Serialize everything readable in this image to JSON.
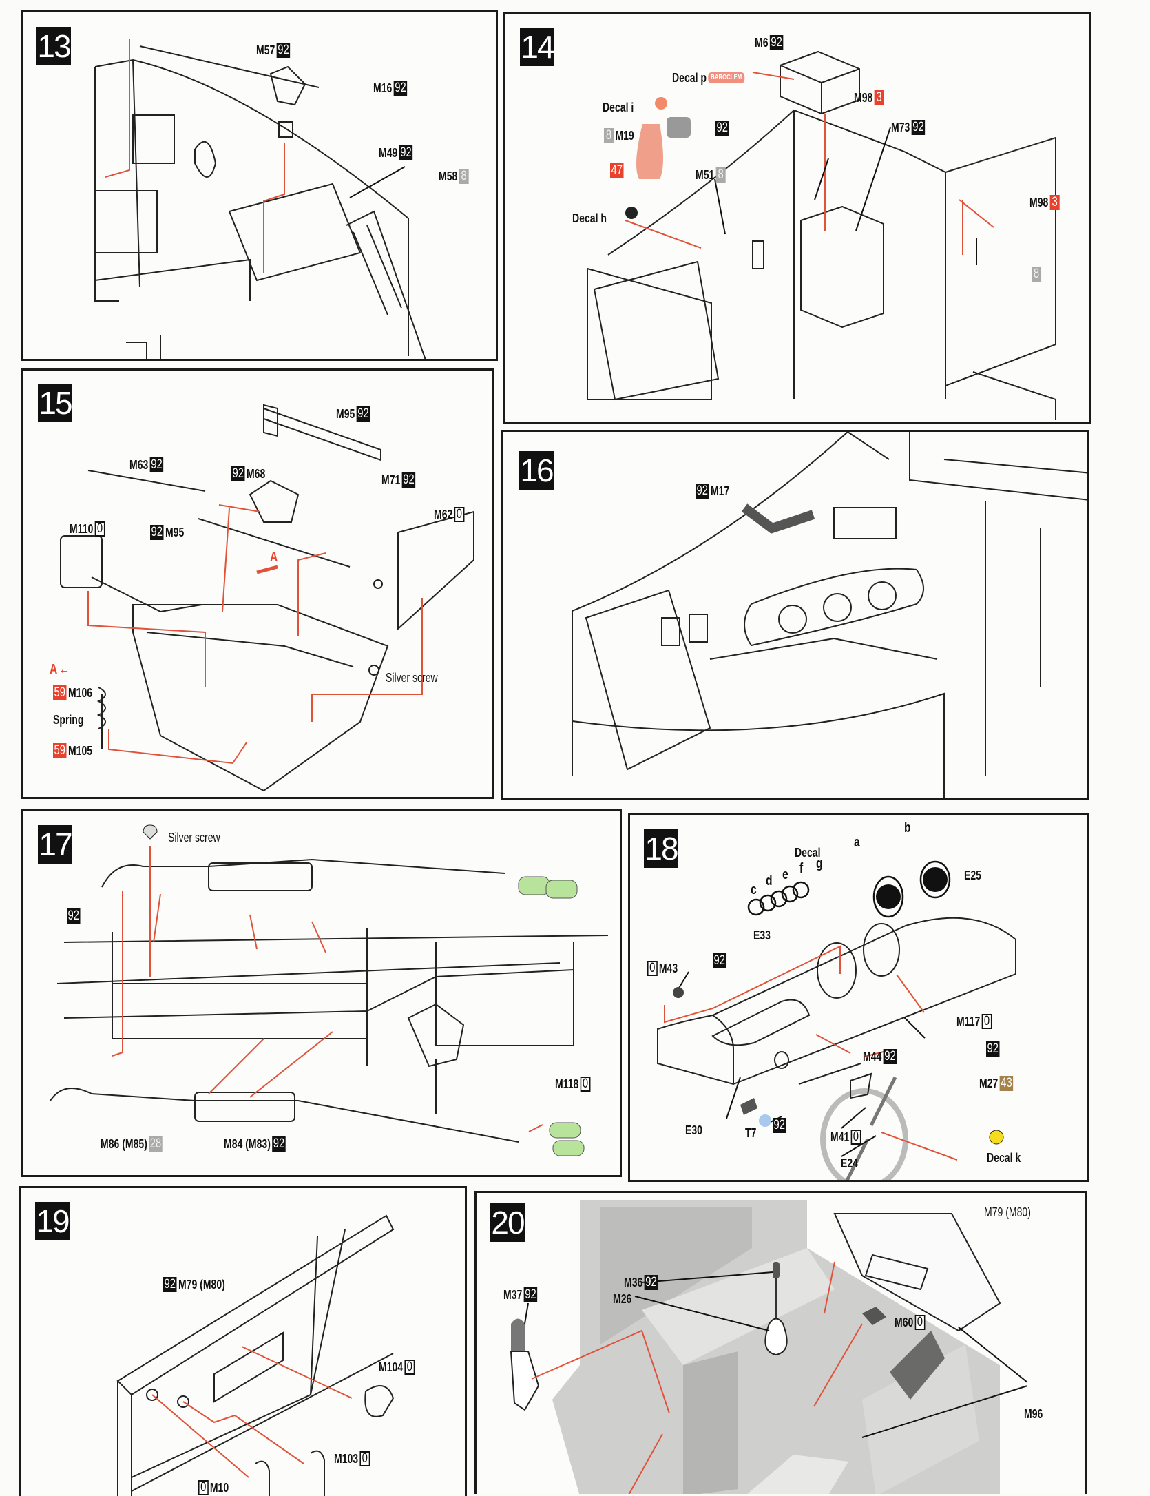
{
  "colors": {
    "badge_black": "#111111",
    "badge_gray": "#a9aaa9",
    "badge_red": "#e8412c",
    "badge_gold": "#a5824a",
    "leader_line": "#e0533a"
  },
  "panels": [
    {
      "step": "13",
      "labels": [
        {
          "part": "M57",
          "badge": "92",
          "badge_style": "black"
        },
        {
          "part": "M16",
          "badge": "92",
          "badge_style": "black"
        },
        {
          "part": "M49",
          "badge": "92",
          "badge_style": "black"
        },
        {
          "part": "M58",
          "badge": "8",
          "badge_style": "gray"
        }
      ]
    },
    {
      "step": "14",
      "labels": [
        {
          "part": "M6",
          "badge": "92",
          "badge_style": "black"
        },
        {
          "part": "Decal  p",
          "decal_text": "BAROCLEM"
        },
        {
          "part": "Decal  i"
        },
        {
          "part": "M19",
          "badge": "8",
          "badge_style": "gray"
        },
        {
          "part": "",
          "badge": "92",
          "badge_style": "black"
        },
        {
          "part": "",
          "badge": "47",
          "badge_style": "red"
        },
        {
          "part": "M51",
          "badge": "8",
          "badge_style": "gray"
        },
        {
          "part": "Decal  h"
        },
        {
          "part": "M98",
          "badge": "3",
          "badge_style": "red"
        },
        {
          "part": "M73",
          "badge": "92",
          "badge_style": "black"
        },
        {
          "part": "M98",
          "badge": "3",
          "badge_style": "red"
        },
        {
          "part": "",
          "badge": "8",
          "badge_style": "gray"
        }
      ]
    },
    {
      "step": "15",
      "labels": [
        {
          "part": "M95",
          "badge": "92",
          "badge_style": "black"
        },
        {
          "part": "M63",
          "badge": "92",
          "badge_style": "black"
        },
        {
          "part": "M68",
          "badge": "92",
          "badge_style": "black"
        },
        {
          "part": "M71",
          "badge": "92",
          "badge_style": "black"
        },
        {
          "part": "M62",
          "badge": "0",
          "badge_style": "outline"
        },
        {
          "part": "M110",
          "badge": "0",
          "badge_style": "outline"
        },
        {
          "part": "M95",
          "badge": "92",
          "badge_style": "black"
        },
        {
          "part": "A"
        },
        {
          "part": "A"
        },
        {
          "part": "M106",
          "badge": "59",
          "badge_style": "red"
        },
        {
          "part": "Spring"
        },
        {
          "part": "M105",
          "badge": "59",
          "badge_style": "red"
        },
        {
          "part": "Silver screw"
        }
      ]
    },
    {
      "step": "16",
      "labels": [
        {
          "part": "M17",
          "badge": "92",
          "badge_style": "black"
        }
      ]
    },
    {
      "step": "17",
      "labels": [
        {
          "part": "Silver screw"
        },
        {
          "part": "",
          "badge": "92",
          "badge_style": "black"
        },
        {
          "part": "M118",
          "badge": "0",
          "badge_style": "outline"
        },
        {
          "part": "M86 (M85)",
          "badge": "28",
          "badge_style": "gray"
        },
        {
          "part": "M84 (M83)",
          "badge": "92",
          "badge_style": "black"
        }
      ]
    },
    {
      "step": "18",
      "labels": [
        {
          "part": "Decal"
        },
        {
          "part": "a"
        },
        {
          "part": "b"
        },
        {
          "part": "c"
        },
        {
          "part": "d"
        },
        {
          "part": "e"
        },
        {
          "part": "f"
        },
        {
          "part": "g"
        },
        {
          "part": "E25"
        },
        {
          "part": "E33"
        },
        {
          "part": "M43",
          "badge": "0",
          "badge_style": "outline"
        },
        {
          "part": "",
          "badge": "92",
          "badge_style": "black"
        },
        {
          "part": "M117",
          "badge": "0",
          "badge_style": "outline"
        },
        {
          "part": "",
          "badge": "92",
          "badge_style": "black"
        },
        {
          "part": "M44",
          "badge": "92",
          "badge_style": "black"
        },
        {
          "part": "M27",
          "badge": "43",
          "badge_style": "gold"
        },
        {
          "part": "E30"
        },
        {
          "part": "T7"
        },
        {
          "part": "",
          "badge": "92",
          "badge_style": "black"
        },
        {
          "part": "M41",
          "badge": "0",
          "badge_style": "outline"
        },
        {
          "part": "E24"
        },
        {
          "part": "Decal  k"
        }
      ]
    },
    {
      "step": "19",
      "labels": [
        {
          "part": "M79 (M80)",
          "badge": "92",
          "badge_style": "black"
        },
        {
          "part": "M104",
          "badge": "0",
          "badge_style": "outline"
        },
        {
          "part": "M103",
          "badge": "0",
          "badge_style": "outline"
        },
        {
          "part": "M10",
          "badge": "0",
          "badge_style": "outline"
        }
      ]
    },
    {
      "step": "20",
      "labels": [
        {
          "part": "M79 (M80)"
        },
        {
          "part": "M37",
          "badge": "92",
          "badge_style": "black"
        },
        {
          "part": "M36",
          "badge": "92",
          "badge_style": "black"
        },
        {
          "part": "M26"
        },
        {
          "part": "M60",
          "badge": "0",
          "badge_style": "outline"
        },
        {
          "part": "M96"
        }
      ]
    }
  ]
}
